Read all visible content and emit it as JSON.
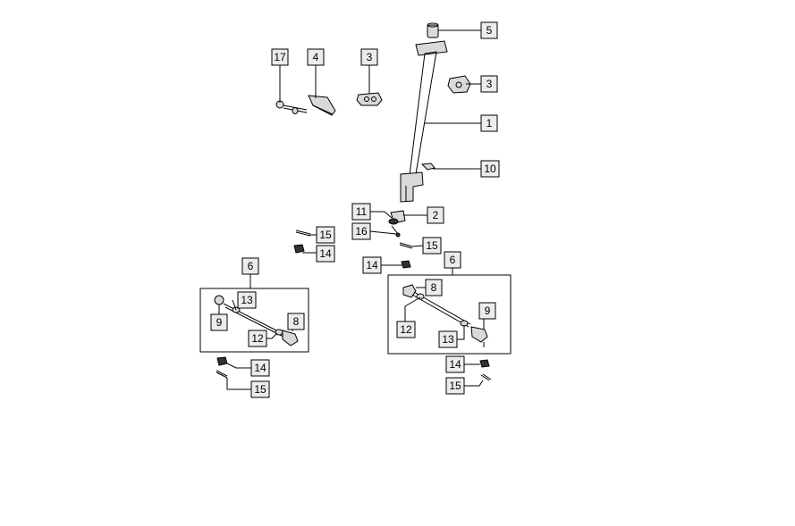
{
  "callouts": {
    "c5": "5",
    "c17": "17",
    "c4": "4",
    "c3a": "3",
    "c3b": "3",
    "c1": "1",
    "c10": "10",
    "c11": "11",
    "c2": "2",
    "c16": "16",
    "c15a": "15",
    "c14a": "14",
    "c15b": "15",
    "c14b": "14",
    "c6a": "6",
    "c6b": "6",
    "c13a": "13",
    "c8a": "8",
    "c9a": "9",
    "c12a": "12",
    "c8b": "8",
    "c12b": "12",
    "c9b": "9",
    "c13b": "13",
    "c14c": "14",
    "c15c": "15",
    "c14d": "14",
    "c15d": "15"
  }
}
